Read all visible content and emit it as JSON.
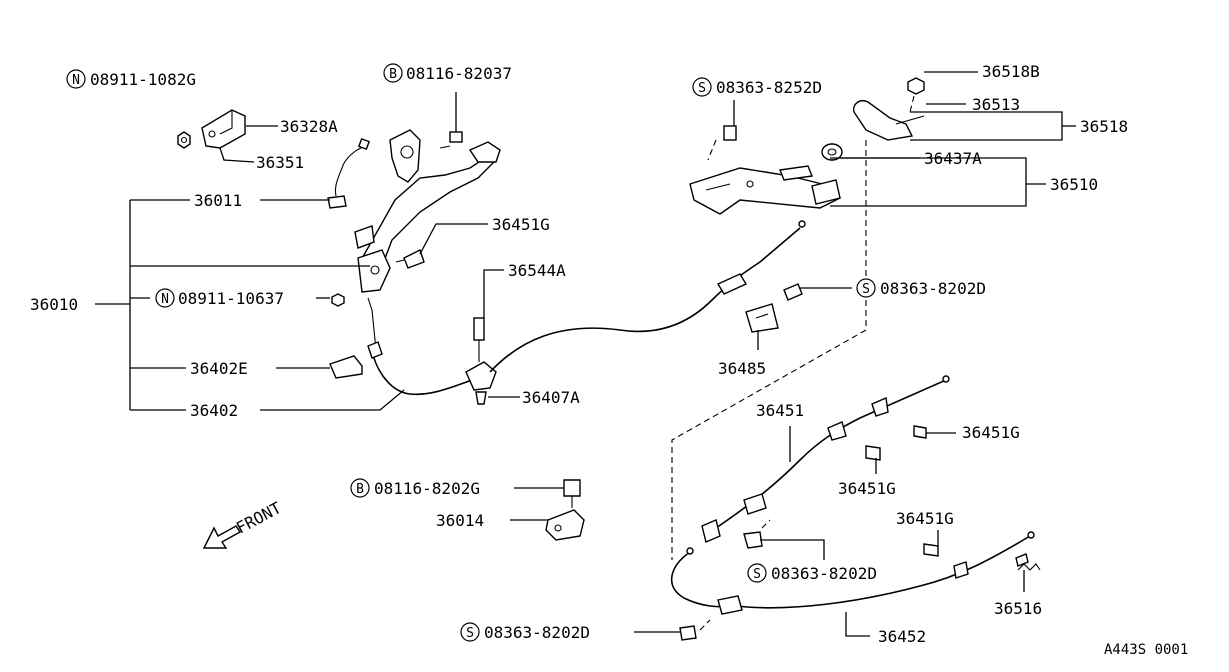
{
  "diagram_id": "A443S 0001",
  "front_label": "FRONT",
  "parts": {
    "p_n_08911_1082g": {
      "prefix": "N",
      "number": "08911-1082G"
    },
    "p_b_08116_82037": {
      "prefix": "B",
      "number": "08116-82037"
    },
    "p_36328a": {
      "number": "36328A"
    },
    "p_36351": {
      "number": "36351"
    },
    "p_36011": {
      "number": "36011"
    },
    "p_36451g_a": {
      "number": "36451G"
    },
    "p_36010": {
      "number": "36010"
    },
    "p_n_08911_10637": {
      "prefix": "N",
      "number": "08911-10637"
    },
    "p_36544a": {
      "number": "36544A"
    },
    "p_36402e": {
      "number": "36402E"
    },
    "p_36402": {
      "number": "36402"
    },
    "p_36407a": {
      "number": "36407A"
    },
    "p_s_08363_8252d": {
      "prefix": "S",
      "number": "08363-8252D"
    },
    "p_36518b": {
      "number": "36518B"
    },
    "p_36513": {
      "number": "36513"
    },
    "p_36518": {
      "number": "36518"
    },
    "p_36437a": {
      "number": "36437A"
    },
    "p_36510": {
      "number": "36510"
    },
    "p_s_08363_8202d_a": {
      "prefix": "S",
      "number": "08363-8202D"
    },
    "p_36485": {
      "number": "36485"
    },
    "p_36451": {
      "number": "36451"
    },
    "p_36451g_b": {
      "number": "36451G"
    },
    "p_36451g_c": {
      "number": "36451G"
    },
    "p_b_08116_8202g": {
      "prefix": "B",
      "number": "08116-8202G"
    },
    "p_36014": {
      "number": "36014"
    },
    "p_36451g_d": {
      "number": "36451G"
    },
    "p_s_08363_8202d_b": {
      "prefix": "S",
      "number": "08363-8202D"
    },
    "p_36516": {
      "number": "36516"
    },
    "p_s_08363_8202d_c": {
      "prefix": "S",
      "number": "08363-8202D"
    },
    "p_36452": {
      "number": "36452"
    }
  }
}
